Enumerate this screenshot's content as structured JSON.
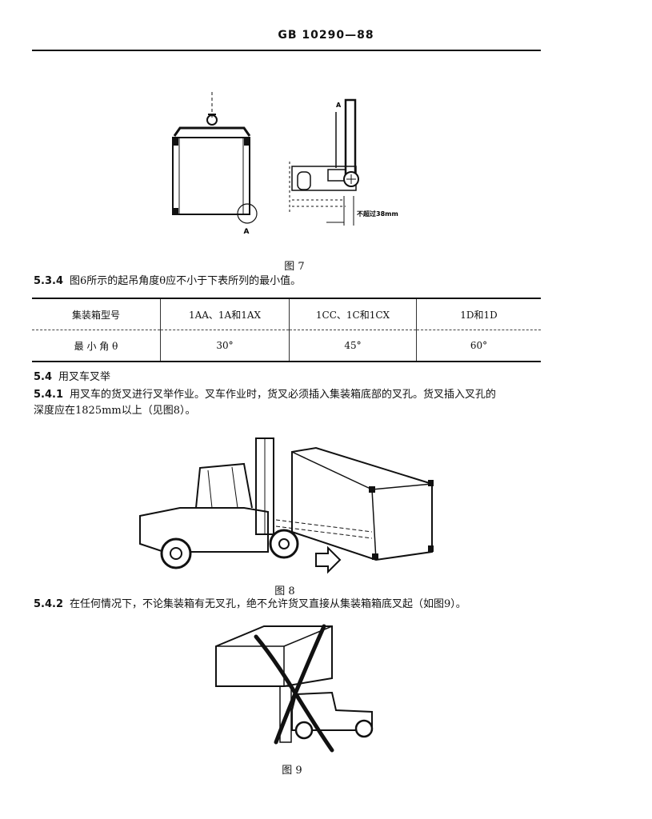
{
  "header": {
    "title": "GB 10290—88"
  },
  "figure7": {
    "label_a_left": "A",
    "label_a_right": "A",
    "dim_label": "不超过38mm",
    "caption": "图 7"
  },
  "clause_5_3_4": {
    "number": "5.3.4",
    "text": "图6所示的起吊角度θ应不小于下表所列的最小值。"
  },
  "table": {
    "headers": [
      "集装箱型号",
      "1AA、1A和1AX",
      "1CC、1C和1CX",
      "1D和1D"
    ],
    "row": [
      "最 小 角 θ",
      "30°",
      "45°",
      "60°"
    ]
  },
  "section_5_4": {
    "number": "5.4",
    "title": "用叉车叉举"
  },
  "clause_5_4_1": {
    "number": "5.4.1",
    "line1": "用叉车的货叉进行叉举作业。叉车作业时，货叉必须插入集装箱底部的叉孔。货叉插入叉孔的",
    "line2": "深度应在1825mm以上（见图8）。"
  },
  "figure8": {
    "caption": "图 8"
  },
  "clause_5_4_2": {
    "number": "5.4.2",
    "text": "在任何情况下，不论集装箱有无叉孔，绝不允许货叉直接从集装箱箱底叉起（如图9）。"
  },
  "figure9": {
    "caption": "图 9"
  }
}
